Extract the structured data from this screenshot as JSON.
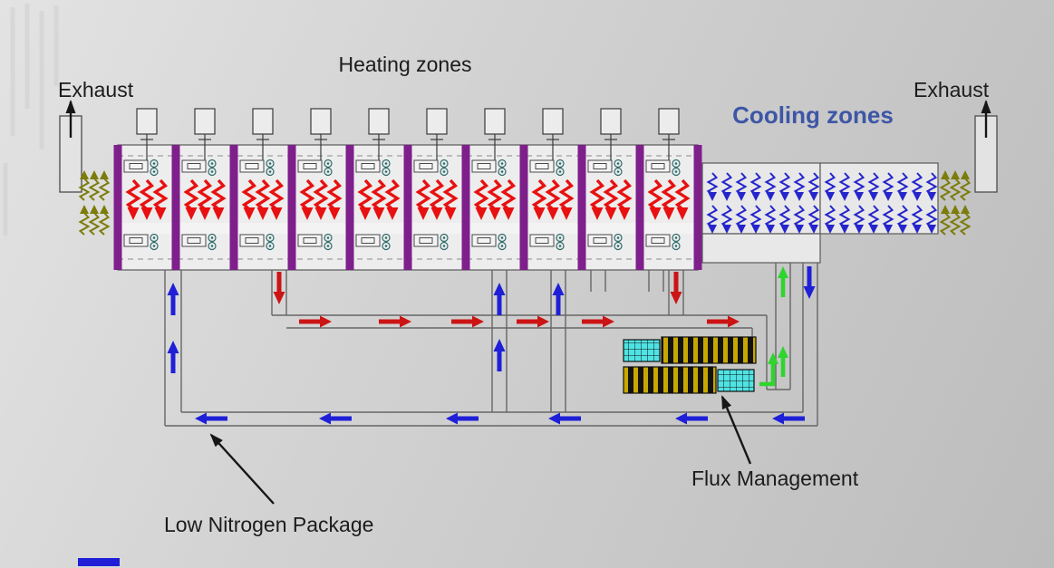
{
  "labels": {
    "heating_zones": "Heating zones",
    "cooling_zones": "Cooling zones",
    "exhaust_left": "Exhaust",
    "exhaust_right": "Exhaust",
    "flux_management": "Flux Management",
    "low_nitrogen_package": "Low Nitrogen Package"
  },
  "colors": {
    "heater_red": "#e81010",
    "flow_red": "#cc1414",
    "nitrogen_blue": "#1f1fd8",
    "cooling_blue": "#2525cc",
    "return_green": "#2fd42f",
    "exhaust_olive": "#7c7c0a",
    "zone_wall_purple": "#7e1f8c",
    "flux_filter_cyan": "#4fe3e3",
    "flux_stripe_yellow": "#c8a800",
    "cooling_label_blue": "#3d56a6",
    "pipe_gray": "#666666",
    "text_black": "#1c1c1c"
  },
  "diagram": {
    "type": "reflow-oven-schematic",
    "heating_zone_count": 10,
    "cooling_zone_count": 2
  }
}
